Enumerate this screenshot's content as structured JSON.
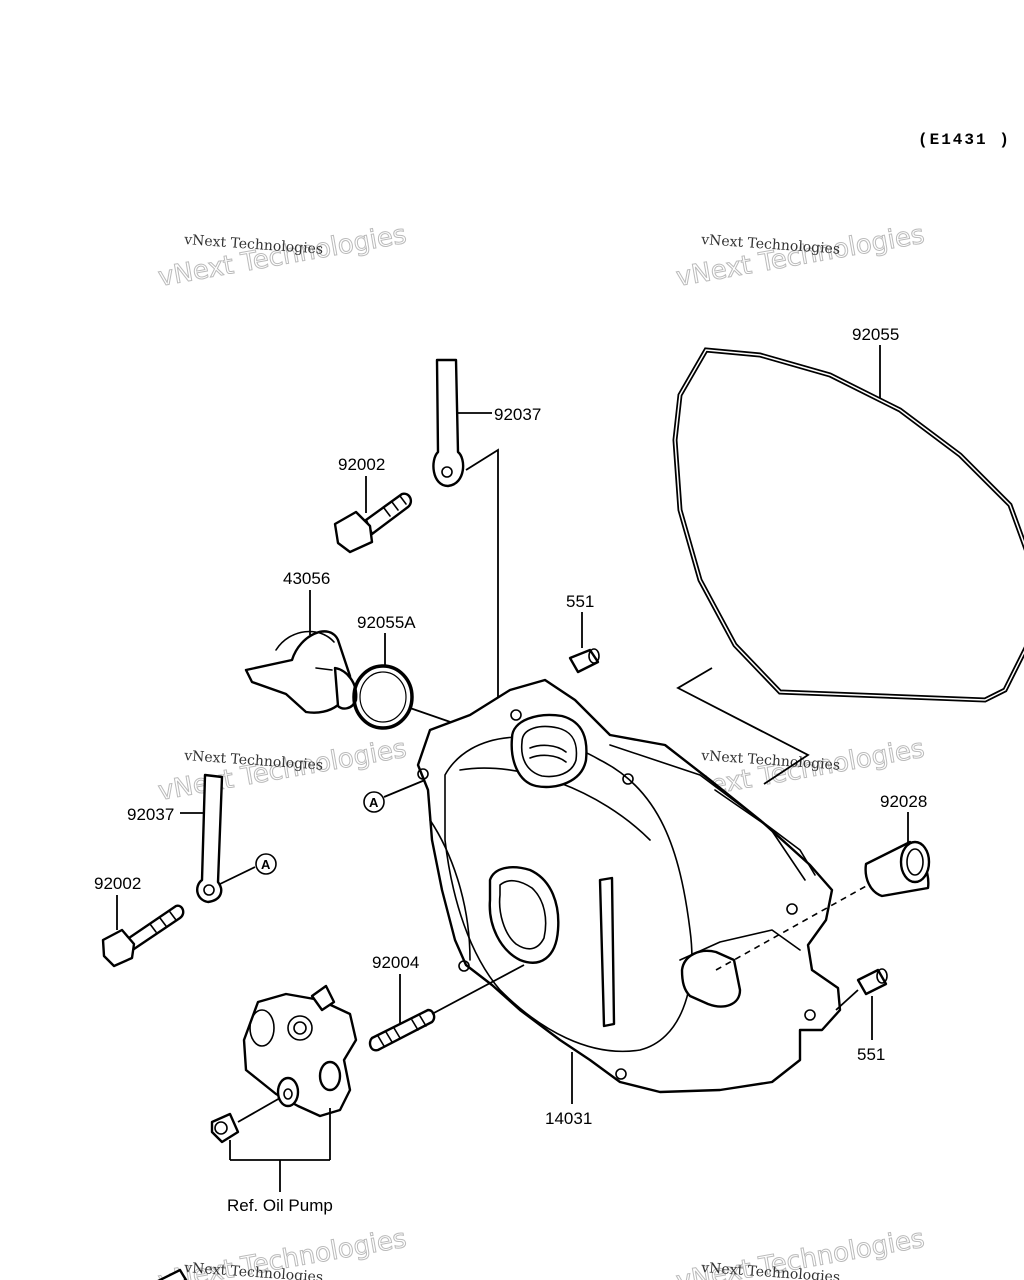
{
  "figure_code": "(E1431 )",
  "watermark": {
    "line1": "vNext Technologies",
    "line2": "vNext Technologies"
  },
  "callouts": {
    "gasket_92055": "92055",
    "strap_top_92037": "92037",
    "bolt_top_92002": "92002",
    "cap_43056": "43056",
    "oring_92055A": "92055A",
    "pin_top_551": "551",
    "strap_left_92037": "92037",
    "bolt_left_92002": "92002",
    "stud_92004": "92004",
    "cover_14031": "14031",
    "bushing_92028": "92028",
    "pin_right_551": "551",
    "ref_oil_pump": "Ref. Oil Pump",
    "marker_a": "A"
  }
}
